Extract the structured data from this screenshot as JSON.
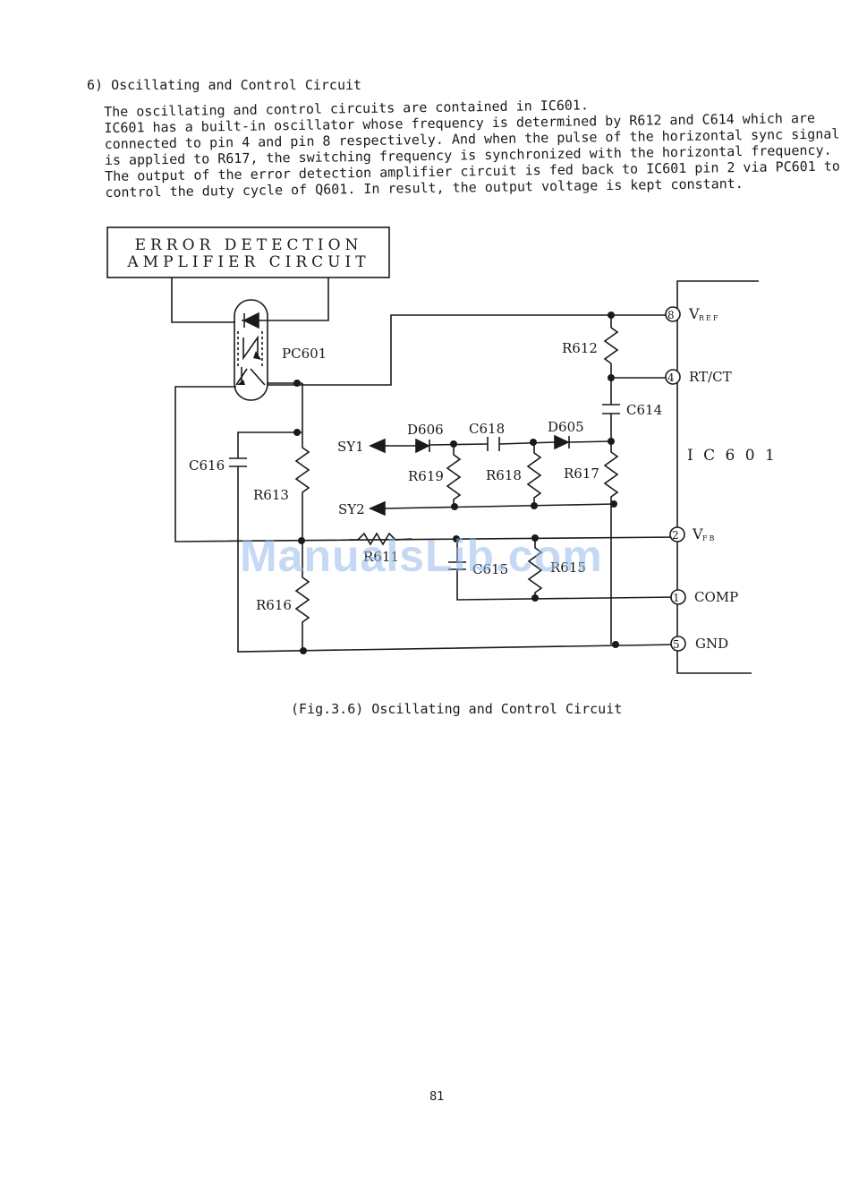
{
  "section_heading": "6) Oscillating and Control Circuit",
  "paragraph_lines": [
    "The oscillating and control circuits are contained in IC601.",
    "IC601 has a built-in oscillator whose frequency is determined by R612 and C614 which are",
    "connected to pin 4 and pin 8 respectively. And when the pulse of the horizontal sync signal",
    "is applied to R617, the switching frequency is synchronized with the horizontal frequency.",
    "The output of the error detection amplifier circuit is fed back to IC601 pin 2 via PC601 to",
    "control the duty cycle of Q601. In result, the output voltage is kept constant."
  ],
  "schematic": {
    "box_line1": "ERROR DETECTION",
    "box_line2": "AMPLIFIER CIRCUIT",
    "photocoupler": "PC601",
    "ic_label": "I C 6 0 1",
    "pins": {
      "p8_num": "8",
      "p8_name": "V",
      "p8_sub": "REF",
      "p4_num": "4",
      "p4_name": "RT/CT",
      "p2_num": "2",
      "p2_name": "V",
      "p2_sub": "FB",
      "p1_num": "1",
      "p1_name": "COMP",
      "p5_num": "5",
      "p5_name": "GND"
    },
    "components": {
      "r612": "R612",
      "c614": "C614",
      "c616": "C616",
      "r613": "R613",
      "sy1": "SY1",
      "sy2": "SY2",
      "d606": "D606",
      "c618": "C618",
      "d605": "D605",
      "r619": "R619",
      "r618": "R618",
      "r617": "R617",
      "r611": "R611",
      "c615": "C615",
      "r615": "R615",
      "r616": "R616"
    }
  },
  "caption": "(Fig.3.6) Oscillating and Control Circuit",
  "page_number": "81",
  "watermark": "ManualsLib.com"
}
